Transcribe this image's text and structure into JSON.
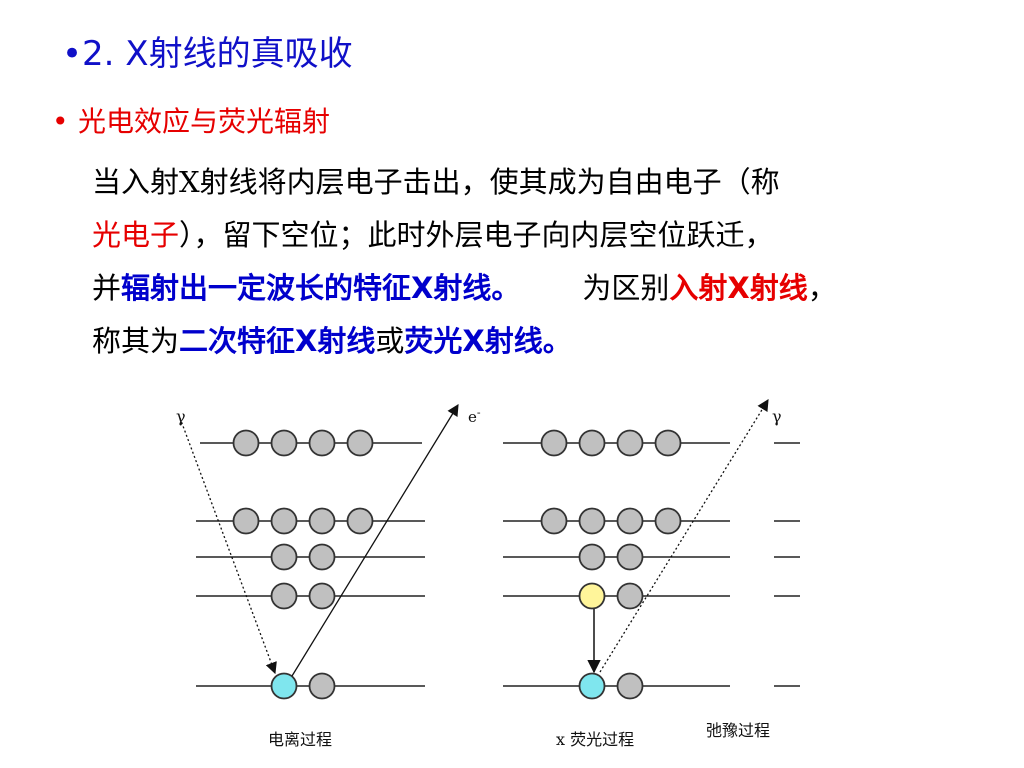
{
  "title": {
    "prefix": "•2. X",
    "rest": "射线的真吸收"
  },
  "bullet": {
    "dot": "•",
    "text": "光电效应与荧光辐射"
  },
  "paragraph": {
    "l1": "当入射X射线将内层电子击出，使其成为自由电子（称",
    "l2a": "光电子",
    "l2b": "），留下空位；此时外层电子向内层空位跃迁，",
    "l3a": "并",
    "l3b": "辐射出一定波长的特征X射线。",
    "l3c": "为区别",
    "l3d": "入射X射线",
    "l3e": "，",
    "l4a": "称其为",
    "l4b": "二次特征X射线",
    "l4c": "或",
    "l4d": "荧光X射线。"
  },
  "diagram": {
    "gamma_in": "γ",
    "electron_out": "e",
    "electron_sup": "-",
    "gamma_out": "γ",
    "caption_left": "电离过程",
    "caption_mid": "x 荧光过程",
    "caption_right": "弛豫过程",
    "colors": {
      "electron": "#c0c0c0",
      "vacancy": "#7fe6ee",
      "relaxed": "#fff59a"
    }
  }
}
